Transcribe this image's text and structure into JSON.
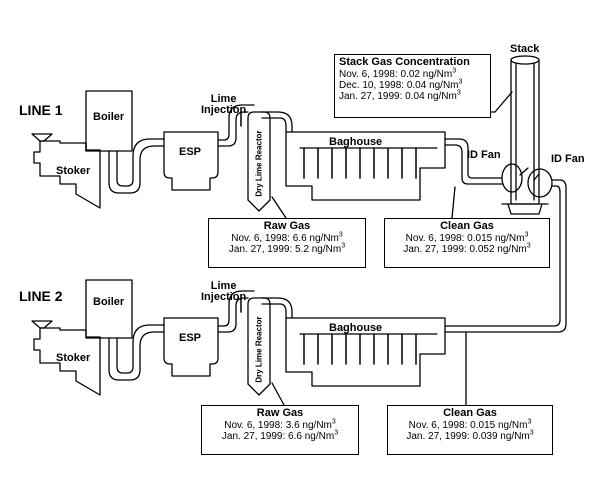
{
  "line1": {
    "label": "LINE 1",
    "stoker": "Stoker",
    "boiler": "Boiler",
    "esp": "ESP",
    "lime_injection": "Lime\nInjection",
    "dry_lime_reactor": "Dry Lime Reactor",
    "baghouse": "Baghouse",
    "raw_gas": {
      "title": "Raw Gas",
      "rows": [
        {
          "text": "Nov. 6, 1998: 6.6 ng/Nm",
          "sup": "3"
        },
        {
          "text": "Jan. 27, 1999: 5.2 ng/Nm",
          "sup": "3"
        }
      ]
    },
    "clean_gas": {
      "title": "Clean Gas",
      "rows": [
        {
          "text": "Nov. 6, 1998: 0.015 ng/Nm",
          "sup": "3"
        },
        {
          "text": "Jan. 27, 1999: 0.052 ng/Nm",
          "sup": "3"
        }
      ]
    }
  },
  "line2": {
    "label": "LINE 2",
    "stoker": "Stoker",
    "boiler": "Boiler",
    "esp": "ESP",
    "lime_injection": "Lime\nInjection",
    "dry_lime_reactor": "Dry Lime Reactor",
    "baghouse": "Baghouse",
    "raw_gas": {
      "title": "Raw Gas",
      "rows": [
        {
          "text": "Nov. 6, 1998: 3.6 ng/Nm",
          "sup": "3"
        },
        {
          "text": "Jan. 27, 1999: 6.6 ng/Nm",
          "sup": "3"
        }
      ]
    },
    "clean_gas": {
      "title": "Clean Gas",
      "rows": [
        {
          "text": "Nov. 6, 1998: 0.015 ng/Nm",
          "sup": "3"
        },
        {
          "text": "Jan. 27, 1999: 0.039 ng/Nm",
          "sup": "3"
        }
      ]
    }
  },
  "stack": {
    "label": "Stack",
    "id_fan_left": "ID Fan",
    "id_fan_right": "ID Fan",
    "concentration": {
      "title": "Stack Gas Concentration",
      "rows": [
        {
          "text": "Nov.  6, 1998: 0.02 ng/Nm",
          "sup": "3"
        },
        {
          "text": "Dec. 10, 1998: 0.04 ng/Nm",
          "sup": "3"
        },
        {
          "text": "Jan. 27, 1999: 0.04 ng/Nm",
          "sup": "3"
        }
      ]
    }
  }
}
